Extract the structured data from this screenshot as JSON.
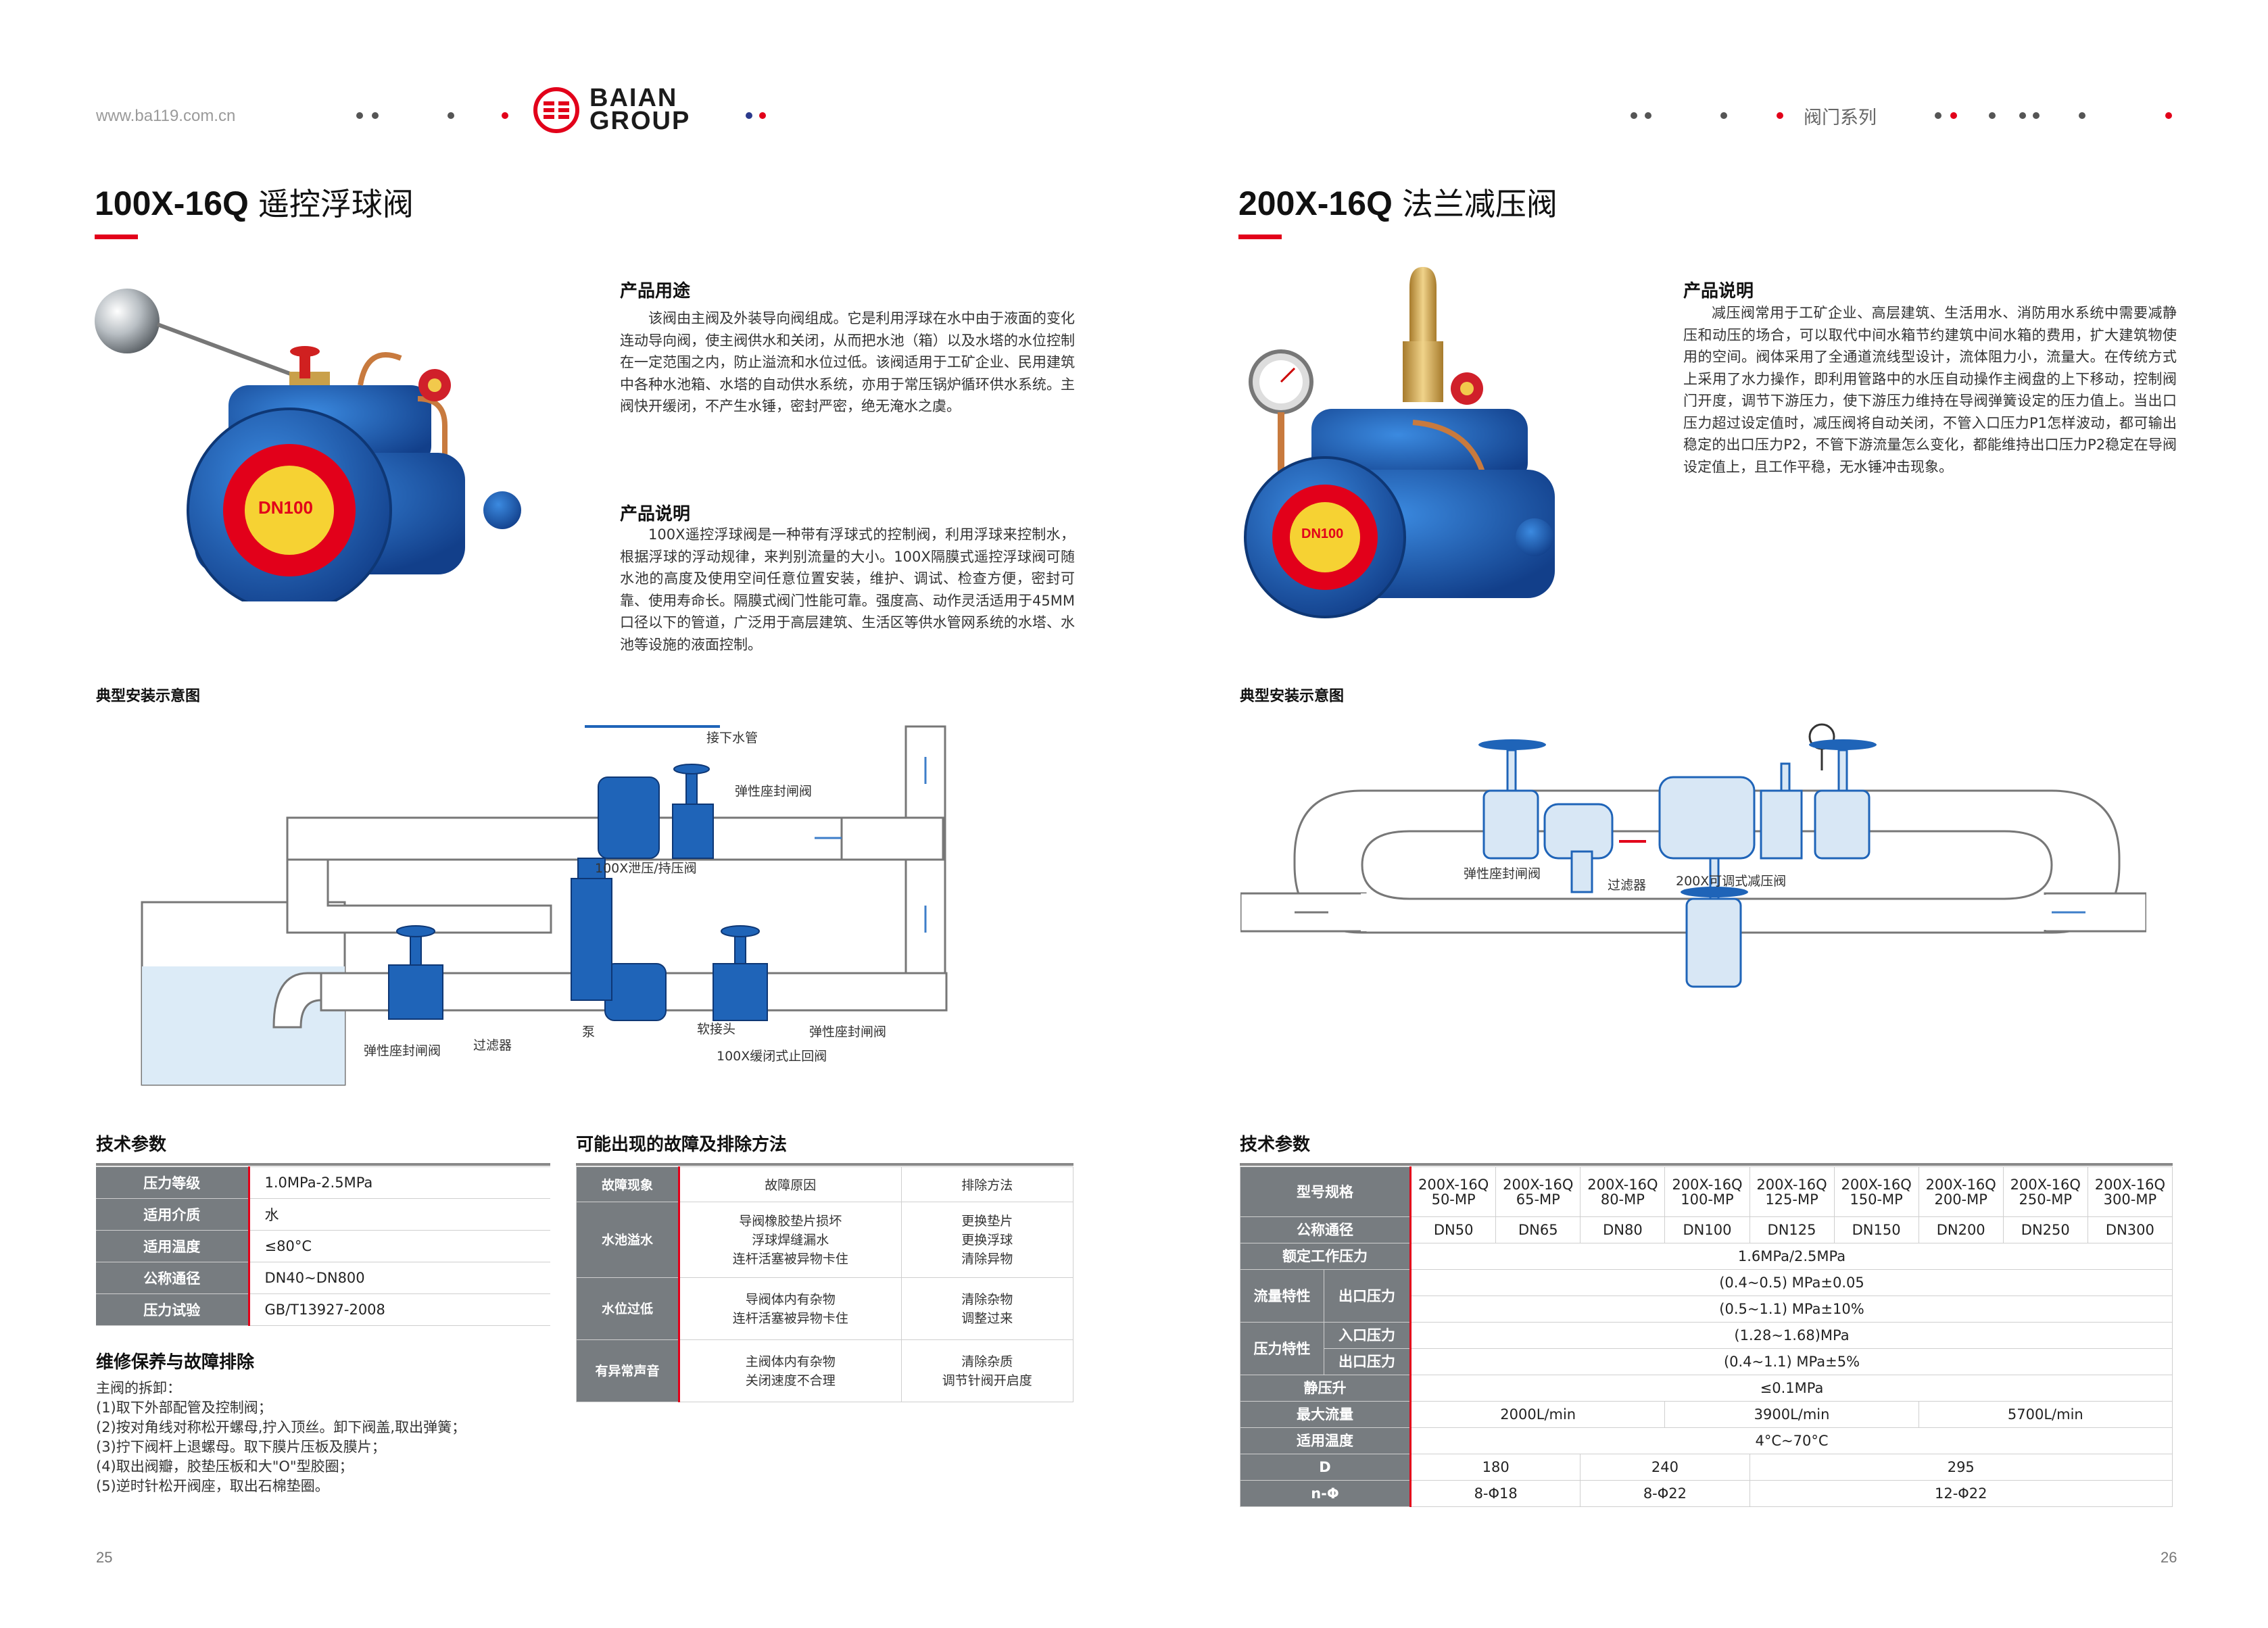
{
  "header": {
    "url": "www.ba119.com.cn",
    "brand_top": "BAIAN",
    "brand_bottom": "GROUP",
    "series": "阀门系列"
  },
  "colors": {
    "accent": "#e2001a",
    "table_head": "#777c80",
    "valve_blue": "#1f64b8",
    "pipe_blue": "#d9e9f7"
  },
  "left": {
    "title_code": "100X-16Q",
    "title_name": "遥控浮球阀",
    "usage_heading": "产品用途",
    "usage_text": "该阀由主阀及外装导向阀组成。它是利用浮球在水中由于液面的变化连动导向阀，使主阀供水和关闭，从而把水池（箱）以及水塔的水位控制在一定范围之内，防止溢流和水位过低。该阀适用于工矿企业、民用建筑中各种水池箱、水塔的自动供水系统，亦用于常压锅炉循环供水系统。主阀快开缓闭，不产生水锤，密封严密，绝无淹水之虞。",
    "desc_heading": "产品说明",
    "desc_text": "100X遥控浮球阀是一种带有浮球式的控制阀，利用浮球来控制水，根据浮球的浮动规律，来判别流量的大小。100X隔膜式遥控浮球阀可随水池的高度及使用空间任意位置安装，维护、调试、检查方便，密封可靠、使用寿命长。隔膜式阀门性能可靠。强度高、动作灵活适用于45MM口径以下的管道，广泛用于高层建筑、生活区等供水管网系统的水塔、水池等设施的液面控制。",
    "diagram_heading": "典型安装示意图",
    "valve_label": "DN100",
    "diagram_labels": {
      "drain": "接下水管",
      "gate_top": "弹性座封闸阀",
      "relief": "100X泄压/持压阀",
      "pump": "泵",
      "joint": "软接头",
      "gate_right": "弹性座封闸阀",
      "check": "100X缓闭式止回阀",
      "gate_left": "弹性座封闸阀",
      "filter": "过滤器"
    },
    "tech_heading": "技术参数",
    "tech": [
      {
        "k": "压力等级",
        "v": "1.0MPa-2.5MPa"
      },
      {
        "k": "适用介质",
        "v": "水"
      },
      {
        "k": "适用温度",
        "v": "≤80°C"
      },
      {
        "k": "公称通径",
        "v": "DN40~DN800"
      },
      {
        "k": "压力试验",
        "v": "GB/T13927-2008"
      }
    ],
    "fault_heading": "可能出现的故障及排除方法",
    "fault_head": [
      "故障现象",
      "故障原因",
      "排除方法"
    ],
    "faults": [
      {
        "k": "水池溢水",
        "c": [
          "导阀橡胶垫片损坏",
          "浮球焊缝漏水",
          "连杆活塞被异物卡住"
        ],
        "s": [
          "更换垫片",
          "更换浮球",
          "清除异物"
        ]
      },
      {
        "k": "水位过低",
        "c": [
          "导阀体内有杂物",
          "连杆活塞被异物卡住"
        ],
        "s": [
          "清除杂物",
          "调整过来"
        ]
      },
      {
        "k": "有异常声音",
        "c": [
          "主阀体内有杂物",
          "关闭速度不合理"
        ],
        "s": [
          "清除杂质",
          "调节针阀开启度"
        ]
      }
    ],
    "maint_heading": "维修保养与故障排除",
    "maint_lines": [
      "主阀的拆卸：",
      "(1)取下外部配管及控制阀；",
      "(2)按对角线对称松开螺母,拧入顶丝。卸下阀盖,取出弹簧；",
      "(3)拧下阀杆上退螺母。取下膜片压板及膜片；",
      "(4)取出阀瓣，胶垫压板和大\"O\"型胶圈；",
      "(5)逆时针松开阀座，取出石棉垫圈。"
    ],
    "page_no": "25"
  },
  "right": {
    "title_code": "200X-16Q",
    "title_name": "法兰减压阀",
    "desc_heading": "产品说明",
    "desc_text": "减压阀常用于工矿企业、高层建筑、生活用水、消防用水系统中需要减静压和动压的场合，可以取代中间水箱节约建筑中间水箱的费用，扩大建筑物使用的空间。阀体采用了全通道流线型设计，流体阻力小，流量大。在传统方式上采用了水力操作，即利用管路中的水压自动操作主阀盘的上下移动，控制阀门开度，调节下游压力，使下游压力维持在导阀弹簧设定的压力值上。当出口压力超过设定值时，减压阀将自动关闭，不管入口压力P1怎样波动，都可输出稳定的出口压力P2，不管下游流量怎么变化，都能维持出口压力P2稳定在导阀设定值上，且工作平稳，无水锤冲击现象。",
    "diagram_heading": "典型安装示意图",
    "valve_label": "DN100",
    "diagram_labels": {
      "gate": "弹性座封闸阀",
      "filter": "过滤器",
      "prv": "200X可调式减压阀"
    },
    "tech_heading": "技术参数",
    "spec": {
      "model_label": "型号规格",
      "models": [
        [
          "200X-16Q",
          "50-MP"
        ],
        [
          "200X-16Q",
          "65-MP"
        ],
        [
          "200X-16Q",
          "80-MP"
        ],
        [
          "200X-16Q",
          "100-MP"
        ],
        [
          "200X-16Q",
          "125-MP"
        ],
        [
          "200X-16Q",
          "150-MP"
        ],
        [
          "200X-16Q",
          "200-MP"
        ],
        [
          "200X-16Q",
          "250-MP"
        ],
        [
          "200X-16Q",
          "300-MP"
        ]
      ],
      "dn_label": "公称通径",
      "dn": [
        "DN50",
        "DN65",
        "DN80",
        "DN100",
        "DN125",
        "DN150",
        "DN200",
        "DN250",
        "DN300"
      ],
      "rated_label": "额定工作压力",
      "rated": "1.6MPa/2.5MPa",
      "flow_group": "流量特性",
      "flow_out_label": "出口压力",
      "flow_row1": "(0.4~0.5) MPa±0.05",
      "flow_row2": "(0.5~1.1) MPa±10%",
      "press_group": "压力特性",
      "press_in_label": "入口压力",
      "press_in": "(1.28~1.68)MPa",
      "press_out_label": "出口压力",
      "press_out": "(0.4~1.1) MPa±5%",
      "static_label": "静压升",
      "static": "≤0.1MPa",
      "maxflow_label": "最大流量",
      "maxflow": [
        "2000L/min",
        "3900L/min",
        "5700L/min"
      ],
      "temp_label": "适用温度",
      "temp": "4°C~70°C",
      "d_label": "D",
      "d": [
        "180",
        "240",
        "295"
      ],
      "n_label": "n-Φ",
      "n": [
        "8-Φ18",
        "8-Φ22",
        "12-Φ22"
      ]
    },
    "page_no": "26"
  }
}
